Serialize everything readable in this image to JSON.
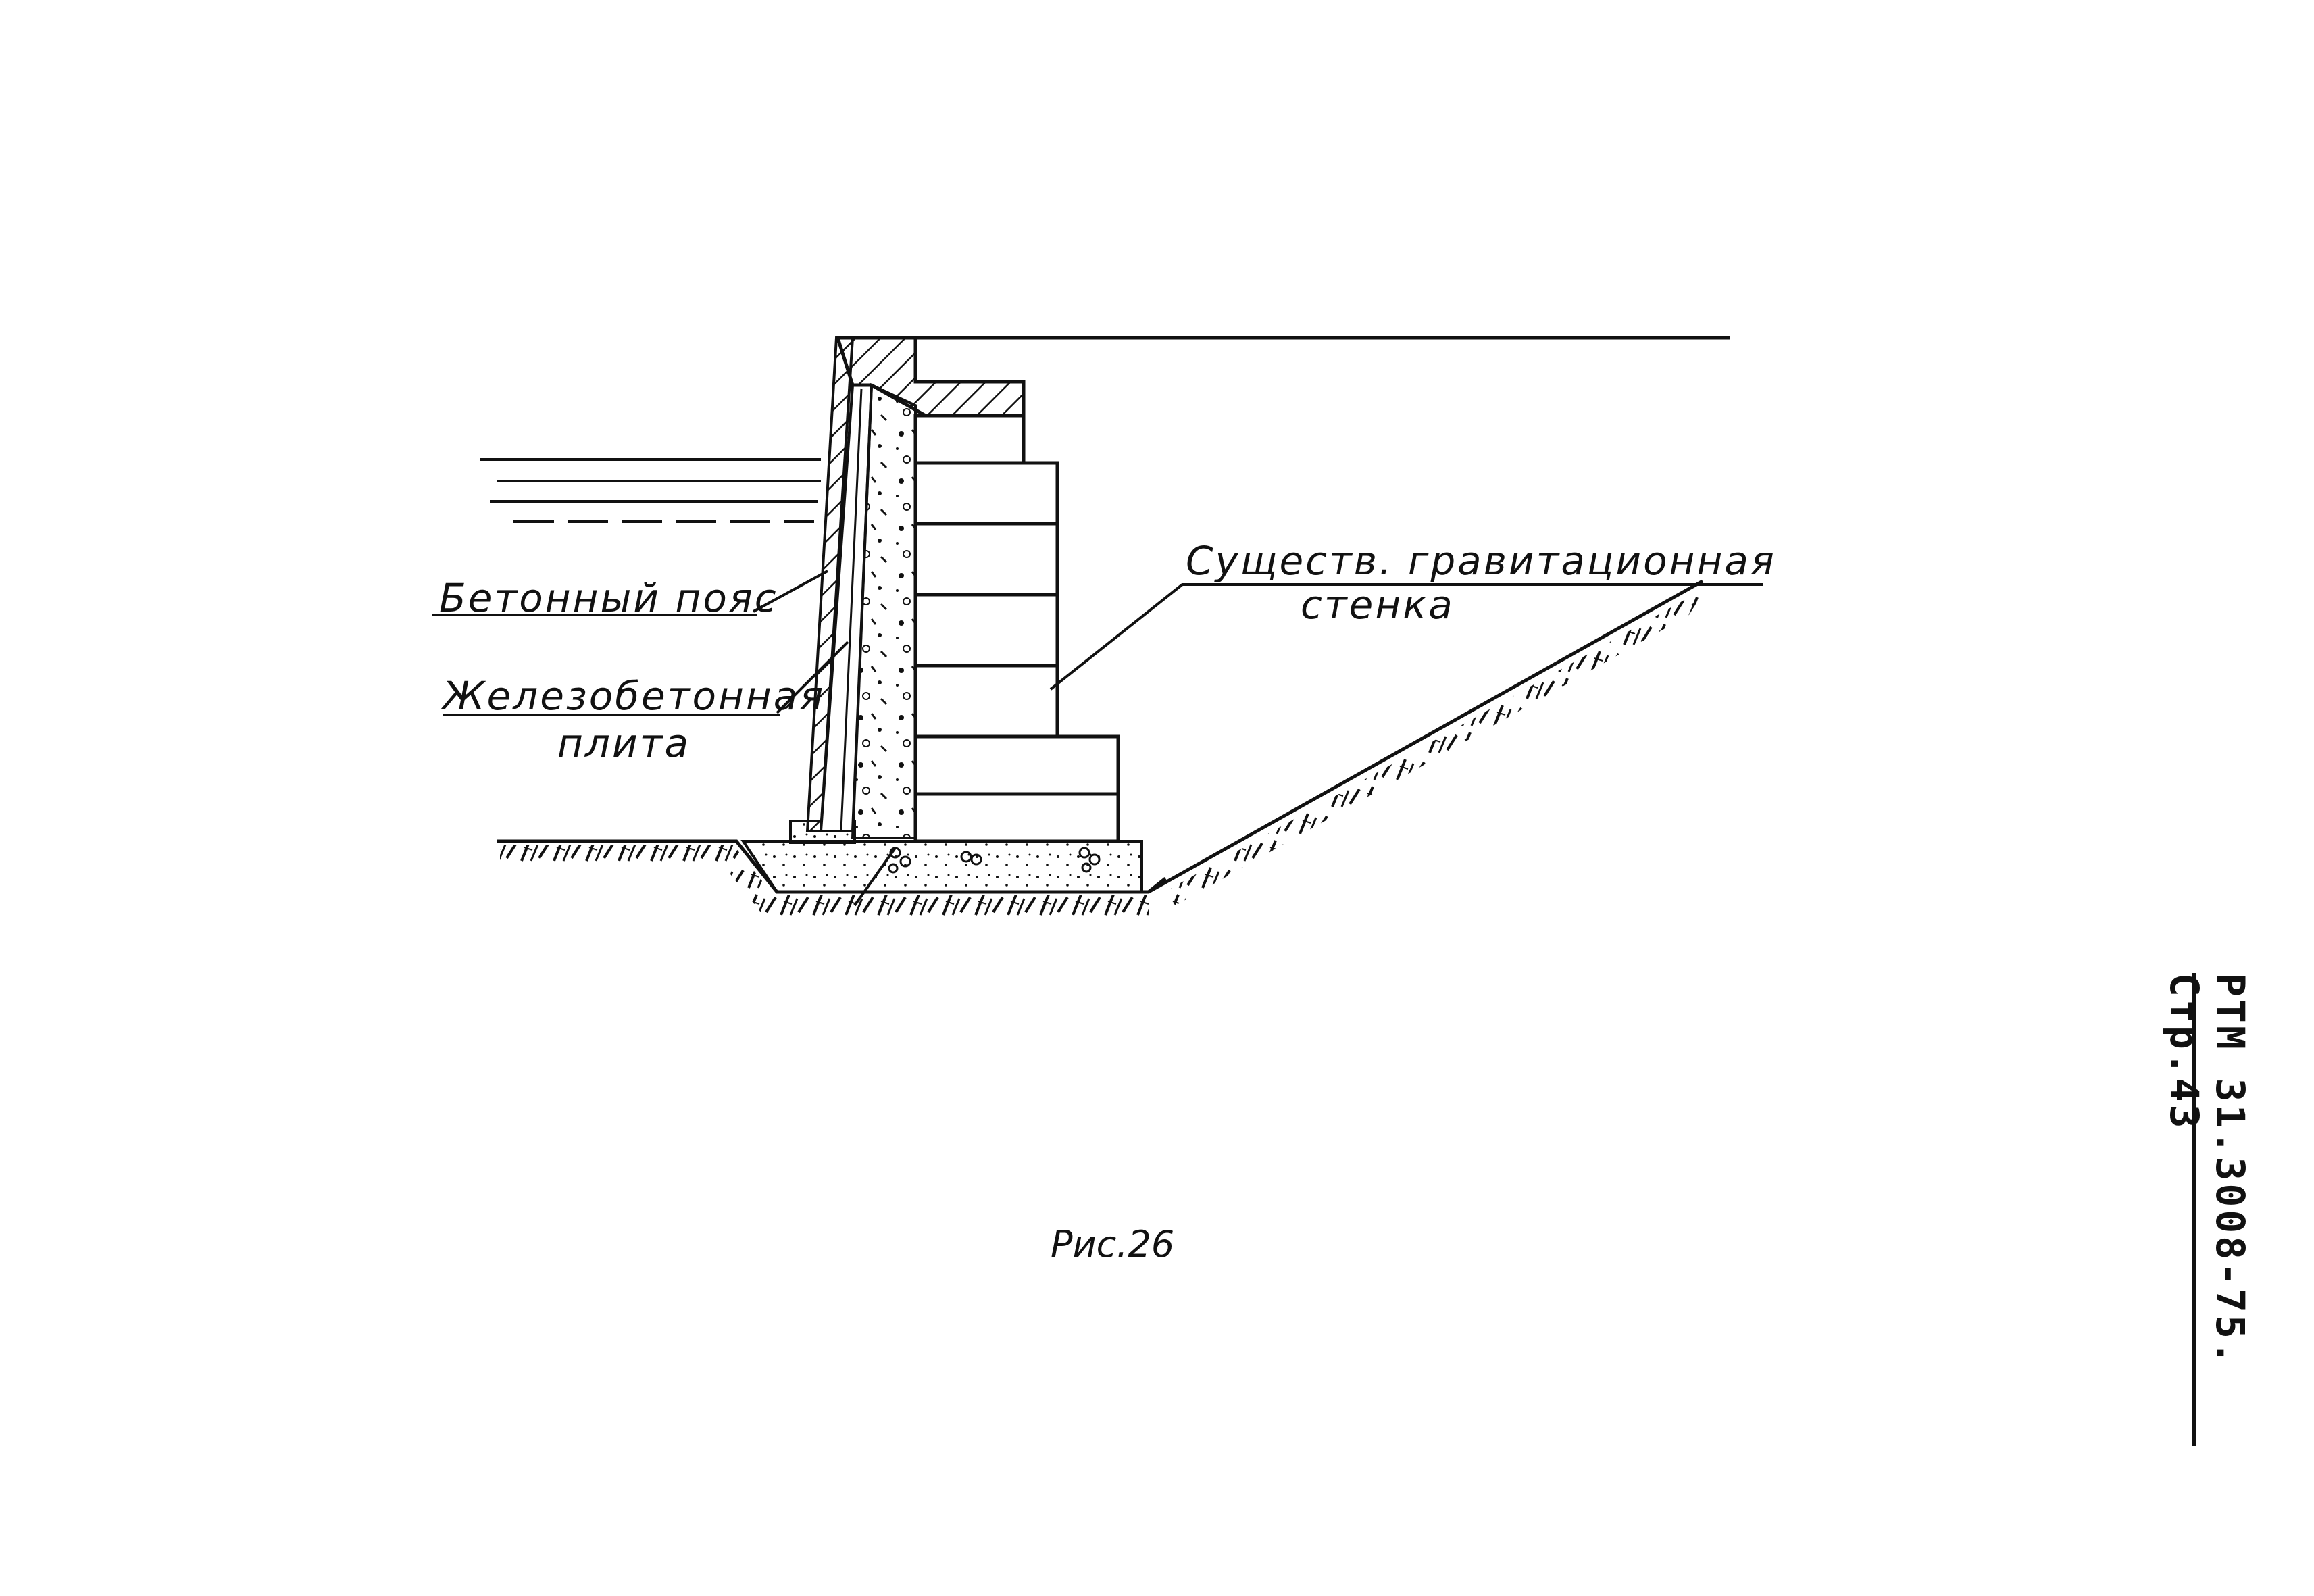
{
  "labels": {
    "concrete_belt": "Бетонный пояс",
    "rc_slab_line1": "Железобетонная",
    "rc_slab_line2": "плита",
    "existing_wall_line1": "Существ. гравитационная",
    "existing_wall_line2": "стенка"
  },
  "caption": "Рис.26",
  "side_code": "РТМ 31.3008-75. Стр.43",
  "colors": {
    "ink": "#111111",
    "paper": "#ffffff"
  }
}
